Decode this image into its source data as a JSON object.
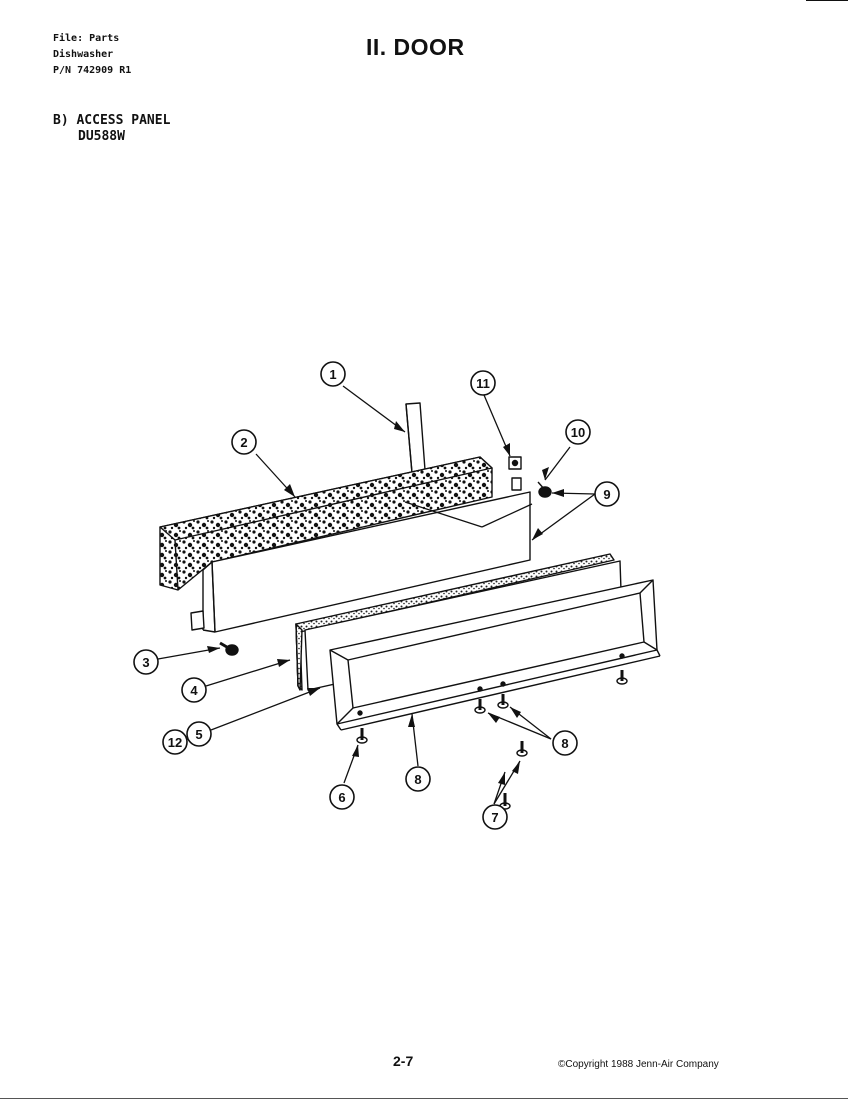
{
  "header": {
    "file_line1": "File: Parts",
    "file_line2": "Dishwasher",
    "file_line3": "P/N 742909 R1",
    "title": "II. DOOR"
  },
  "section": {
    "label": "B) ACCESS PANEL",
    "model": "DU588W"
  },
  "callouts": [
    "1",
    "2",
    "3",
    "4",
    "5",
    "6",
    "7",
    "8",
    "8",
    "9",
    "10",
    "11",
    "12"
  ],
  "footer": {
    "page_number": "2-7",
    "copyright": "©Copyright 1988 Jenn-Air Company"
  }
}
